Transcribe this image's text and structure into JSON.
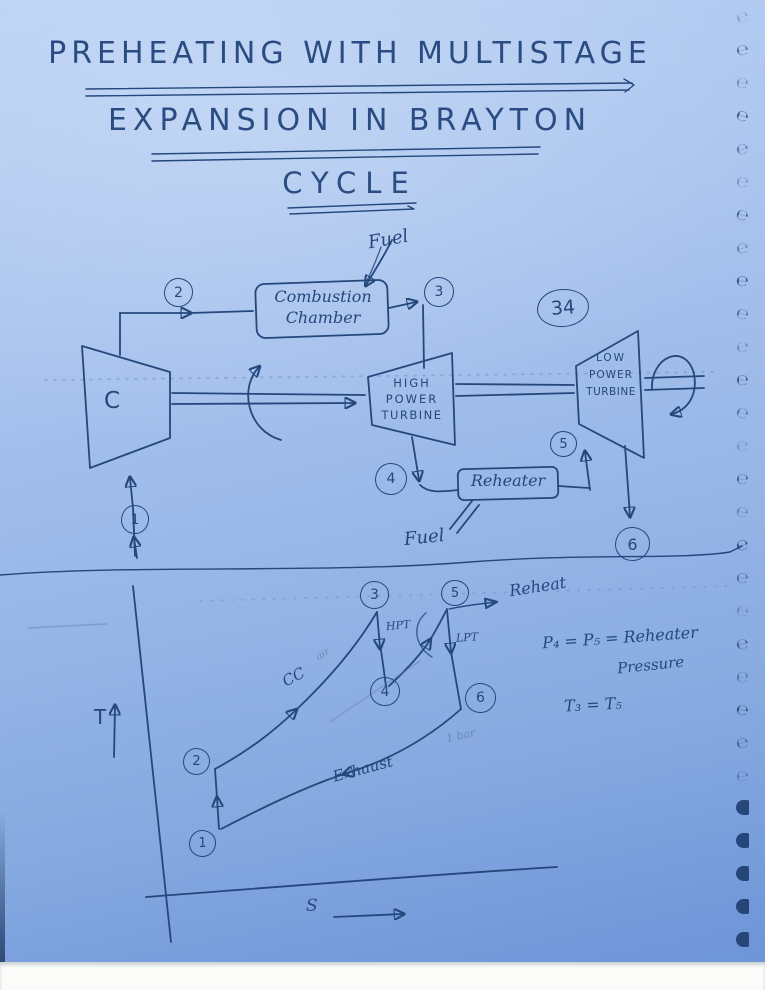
{
  "page": {
    "title_lines": [
      "PREHEATING WITH MULTISTAGE",
      "EXPANSION IN BRAYTON",
      "CYCLE"
    ],
    "page_number": "34"
  },
  "schematic": {
    "fuel_top": "Fuel",
    "combustion_chamber": [
      "Combustion",
      "Chamber"
    ],
    "compressor": "C",
    "high_power_turbine": [
      "HIGH",
      "POWER",
      "TURBINE"
    ],
    "low_power_turbine": [
      "LOW",
      "POWER",
      "TURBINE"
    ],
    "reheater": "Reheater",
    "fuel_bottom": "Fuel",
    "points": {
      "p1": "1",
      "p2": "2",
      "p3": "3",
      "p4": "4",
      "p5": "5",
      "p6": "6"
    }
  },
  "ts_diagram": {
    "t_axis": "T",
    "s_axis": "S",
    "points": {
      "p1": "1",
      "p2": "2",
      "p3": "3",
      "p4": "4",
      "p5": "5",
      "p6": "6"
    },
    "labels": {
      "hpt": "HPT",
      "lpt": "LPT",
      "cc": "CC",
      "air": "air",
      "reheat": "Reheat",
      "exhaust": "Exhaust",
      "one_bar": "1 bar"
    },
    "annotations": {
      "pressure_line1": "P₄ = P₅ = Reheater",
      "pressure_line2": "Pressure",
      "temperature": "T₃ = T₅"
    }
  },
  "colors": {
    "ink": "#24477c",
    "ink_dark": "#1f3f72",
    "pencil": "#5f7bad",
    "paper_top": "#b9d1f4",
    "paper_bottom": "#6b93d6"
  },
  "decorations": {
    "spiral_mark_glyph": "℮",
    "spiral_mark_count": 29,
    "solid_marks_from": 24
  }
}
